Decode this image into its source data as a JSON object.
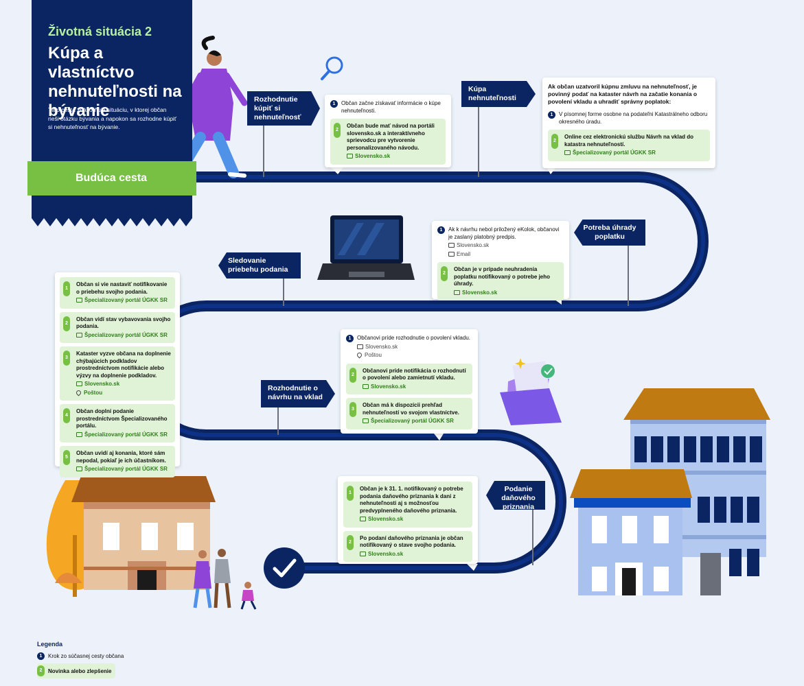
{
  "header": {
    "subtitle": "Životná situácia 2",
    "title": "Kúpa a vlastníctvo nehnuteľnosti na bývanie",
    "description": "Táto cesta znázorňuje situáciu, v ktorej občan rieši otázku bývania a napokon sa rozhodne kúpiť si nehnuteľnosť na bývanie.",
    "band_label": "Budúca cesta"
  },
  "stages": {
    "s1": "Rozhodnutie kúpiť si nehnuteľnosť",
    "s2": "Kúpa nehnuteľnosti",
    "s3": "Potreba úhrady poplatku",
    "s4": "Sledovanie priebehu podania",
    "s5": "Rozhodnutie o návrhu na vklad",
    "s6": "Podanie daňového priznania"
  },
  "cards": {
    "c1": {
      "step1": "Občan začne získavať informácie o kúpe nehnuteľnosti.",
      "step2": "Občan bude mať návod na portáli slovensko.sk a interaktívneho sprievodcu pre vytvorenie personalizovaného návodu.",
      "step2_channel": "Slovensko.sk"
    },
    "c2": {
      "head": "Ak občan uzatvoril kúpnu zmluvu na nehnuteľnosť, je povinný podať na kataster návrh na začatie konania o povolení vkladu a uhradiť správny poplatok:",
      "step1": "V písomnej forme osobne na podateľni Katastrálneho odboru okresného úradu.",
      "step2": "Online cez elektronickú službu Návrh na vklad do katastra nehnuteľností.",
      "step2_channel": "Špecializovaný portál ÚGKK SR"
    },
    "c3": {
      "step1": "Ak k návrhu nebol priložený eKolok, občanovi je zaslaný platobný predpis.",
      "step1_ch1": "Slovensko.sk",
      "step1_ch2": "Email",
      "step2": "Občan je v prípade neuhradenia poplatku notifikovaný o potrebe jeho úhrady.",
      "step2_channel": "Slovensko.sk"
    },
    "c4": {
      "step1": "Občan si vie nastaviť notifikovanie o priebehu svojho podania.",
      "step1_channel": "Špecializovaný portál ÚGKK SR",
      "step2": "Občan vidí stav vybavovania svojho podania.",
      "step2_channel": "Špecializovaný portál ÚGKK SR",
      "step3": "Kataster vyzve občana na doplnenie chýbajúcich podkladov prostredníctvom notifikácie alebo výzvy na doplnenie podkladov.",
      "step3_ch1": "Slovensko.sk",
      "step3_ch2": "Poštou",
      "step4": "Občan doplní podanie prostredníctvom Špecializovaného portálu.",
      "step4_channel": "Špecializovaný portál ÚGKK SR",
      "step5": "Občan uvidí aj konania, ktoré sám nepodal, pokiaľ je ich účastníkom.",
      "step5_channel": "Špecializovaný portál ÚGKK SR"
    },
    "c5": {
      "step1": "Občanovi príde rozhodnutie o povolení vkladu.",
      "step1_ch1": "Slovensko.sk",
      "step1_ch2": "Poštou",
      "step2": "Občanovi príde notifikácia o rozhodnutí o povolení alebo zamietnutí vkladu.",
      "step2_channel": "Slovensko.sk",
      "step3": "Občan má k dispozícii prehľad nehnuteľností vo svojom vlastníctve.",
      "step3_channel": "Špecializovaný portál ÚGKK SR"
    },
    "c6": {
      "step1": "Občan je k 31. 1. notifikovaný o potrebe podania daňového priznania k dani z nehnuteľnosti aj s možnosťou predvyplneného daňového priznania.",
      "step1_channel": "Slovensko.sk",
      "step2": "Po podaní daňového priznania je občan notifikovaný o stave svojho podania.",
      "step2_channel": "Slovensko.sk"
    }
  },
  "legend": {
    "title": "Legenda",
    "item1": "Krok zo súčasnej cesty občana",
    "item2": "Novinka alebo zlepšenie"
  },
  "colors": {
    "navy": "#0b2563",
    "green": "#77c043",
    "light_green": "#e1f3d6",
    "background": "#edf2fa"
  }
}
